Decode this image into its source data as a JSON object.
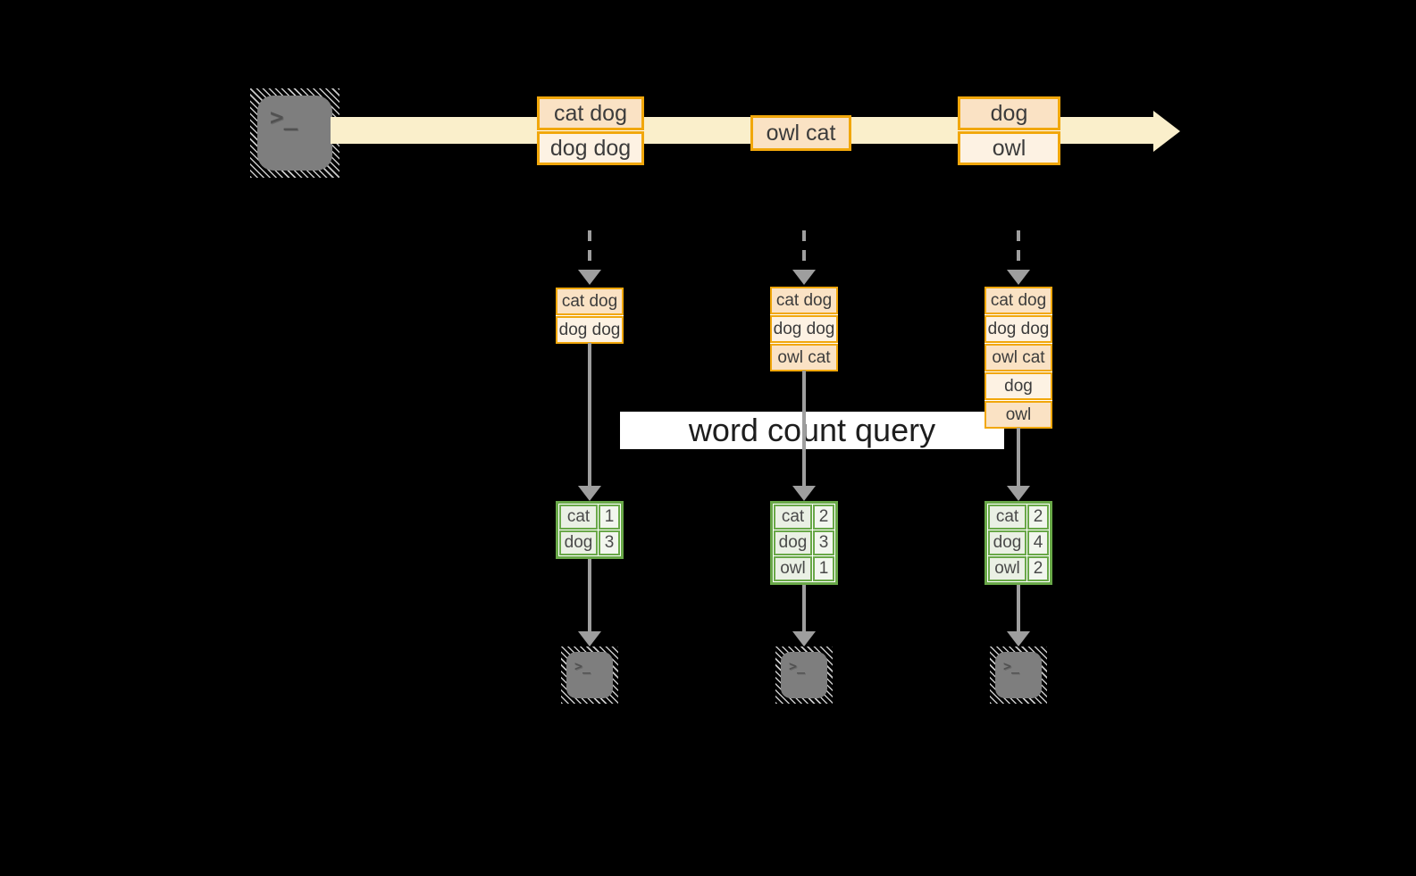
{
  "query_label": "word count query",
  "icons": {
    "terminal_prompt": ">_"
  },
  "stream": {
    "events": [
      {
        "rows": [
          "cat dog",
          "dog dog"
        ]
      },
      {
        "rows": [
          "owl cat"
        ]
      },
      {
        "rows": [
          "dog",
          "owl"
        ]
      }
    ]
  },
  "tasks": [
    {
      "state_rows": [
        "cat dog",
        "dog dog"
      ],
      "counts": [
        {
          "word": "cat",
          "count": "1"
        },
        {
          "word": "dog",
          "count": "3"
        }
      ]
    },
    {
      "state_rows": [
        "cat dog",
        "dog dog",
        "owl cat"
      ],
      "counts": [
        {
          "word": "cat",
          "count": "2"
        },
        {
          "word": "dog",
          "count": "3"
        },
        {
          "word": "owl",
          "count": "1"
        }
      ]
    },
    {
      "state_rows": [
        "cat dog",
        "dog dog",
        "owl cat",
        "dog",
        "owl"
      ],
      "counts": [
        {
          "word": "cat",
          "count": "2"
        },
        {
          "word": "dog",
          "count": "4"
        },
        {
          "word": "owl",
          "count": "2"
        }
      ]
    }
  ],
  "colors": {
    "orange_border": "#F1A70B",
    "fill_dark": "#FAE2C4",
    "fill_light": "#FDF2E3",
    "stream_band": "#FAEFCB",
    "green_border": "#69A848",
    "green_fill": "#EAF0E4",
    "green_fill_alt": "#F2F6EE",
    "gray_line": "#9E9E9E",
    "terminal_fill": "#7E7E7E",
    "hatch": "#C9C9C9",
    "text_dark": "#3C3C3C",
    "query_bg": "#FFFFFF",
    "query_text": "#1D1D1D",
    "background": "#000000"
  }
}
